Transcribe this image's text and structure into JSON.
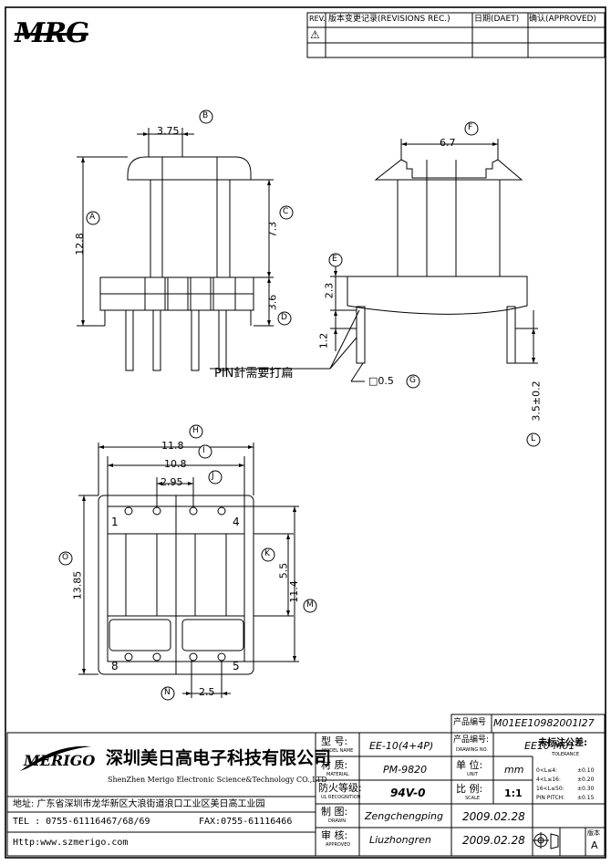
{
  "logo": {
    "text": "MRG"
  },
  "revision_table": {
    "headers": [
      "REV.",
      "版本变更记录(REVISIONS REC.)",
      "日期(DAET)",
      "确认(APPROVED)"
    ],
    "rev_symbol": "⚠"
  },
  "dimensions": {
    "A": {
      "letter": "A",
      "value": "12.8"
    },
    "B": {
      "letter": "B",
      "value": "3.75"
    },
    "C": {
      "letter": "C",
      "value": "7.3"
    },
    "D": {
      "letter": "D",
      "value": "3.6"
    },
    "E": {
      "letter": "E",
      "value": "2.3"
    },
    "E2": {
      "value": "1.2"
    },
    "F": {
      "letter": "F",
      "value": "6.7"
    },
    "G": {
      "letter": "G",
      "value": "□0.5"
    },
    "H": {
      "letter": "H",
      "value": "11.8"
    },
    "I": {
      "letter": "I",
      "value": "10.8"
    },
    "J": {
      "letter": "J",
      "value": "2.95"
    },
    "K": {
      "letter": "K",
      "value": "5.5"
    },
    "L": {
      "letter": "L",
      "value": "3.5±0.2"
    },
    "M": {
      "letter": "M",
      "value": "11.4"
    },
    "N": {
      "letter": "N",
      "value": "2.5"
    },
    "O": {
      "letter": "O",
      "value": "13.85"
    }
  },
  "notes": {
    "pin_flatten": "PIN針需要打扁"
  },
  "pin_labels": {
    "p1": "1",
    "p4": "4",
    "p5": "5",
    "p8": "8"
  },
  "title_block": {
    "product_code_label": "产品编号",
    "product_code": "M01EE10982001I27",
    "company_logo": "MERIGO",
    "company_cn": "深圳美日高电子科技有限公司",
    "company_en": "ShenZhen Merigo Electronic Science&Technology CO.,LTD",
    "address": "地址: 广东省深圳市龙华新区大浪街道浪口工业区美日高工业园",
    "tel": "TEL : 0755-61116467/68/69",
    "fax": "FAX:0755-61116466",
    "http": "Http:www.szmerigo.com",
    "model_label": "型  号:",
    "model_label_en": "MODEL NAME",
    "model": "EE-10(4+4P)",
    "material_label": "材  质:",
    "material_label_en": "MATERIAL",
    "material": "PM-9820",
    "ul_label": "防火等级:",
    "ul_label_en": "UL RECOGNITION",
    "ul": "94V-0",
    "drawn_label": "制  图:",
    "drawn_label_en": "DRAWN",
    "drawn": "Zengchengping",
    "drawn_date": "2009.02.28",
    "approved_label": "审  核:",
    "approved_label_en": "APPROVED",
    "approved": "Liuzhongren",
    "approved_date": "2009.02.28",
    "drawing_no_label": "产品编号:",
    "drawing_no_label_en": "DRAWING NO.",
    "drawing_no": "EE10-M01",
    "unit_label": "单  位:",
    "unit_label_en": "UNIT",
    "unit": "mm",
    "scale_label": "比  例:",
    "scale_label_en": "SCALE",
    "scale": "1:1",
    "tolerance_label": "未标注公差:",
    "tolerance_label_en": "TOLERANCE",
    "tolerances": [
      [
        "0<L≤4:",
        "±0.10"
      ],
      [
        "4<L≤16:",
        "±0.20"
      ],
      [
        "16<L≤50:",
        "±0.30"
      ],
      [
        "PIN PITCH:",
        "±0.15"
      ]
    ],
    "version_label": "版本",
    "version": "A"
  }
}
